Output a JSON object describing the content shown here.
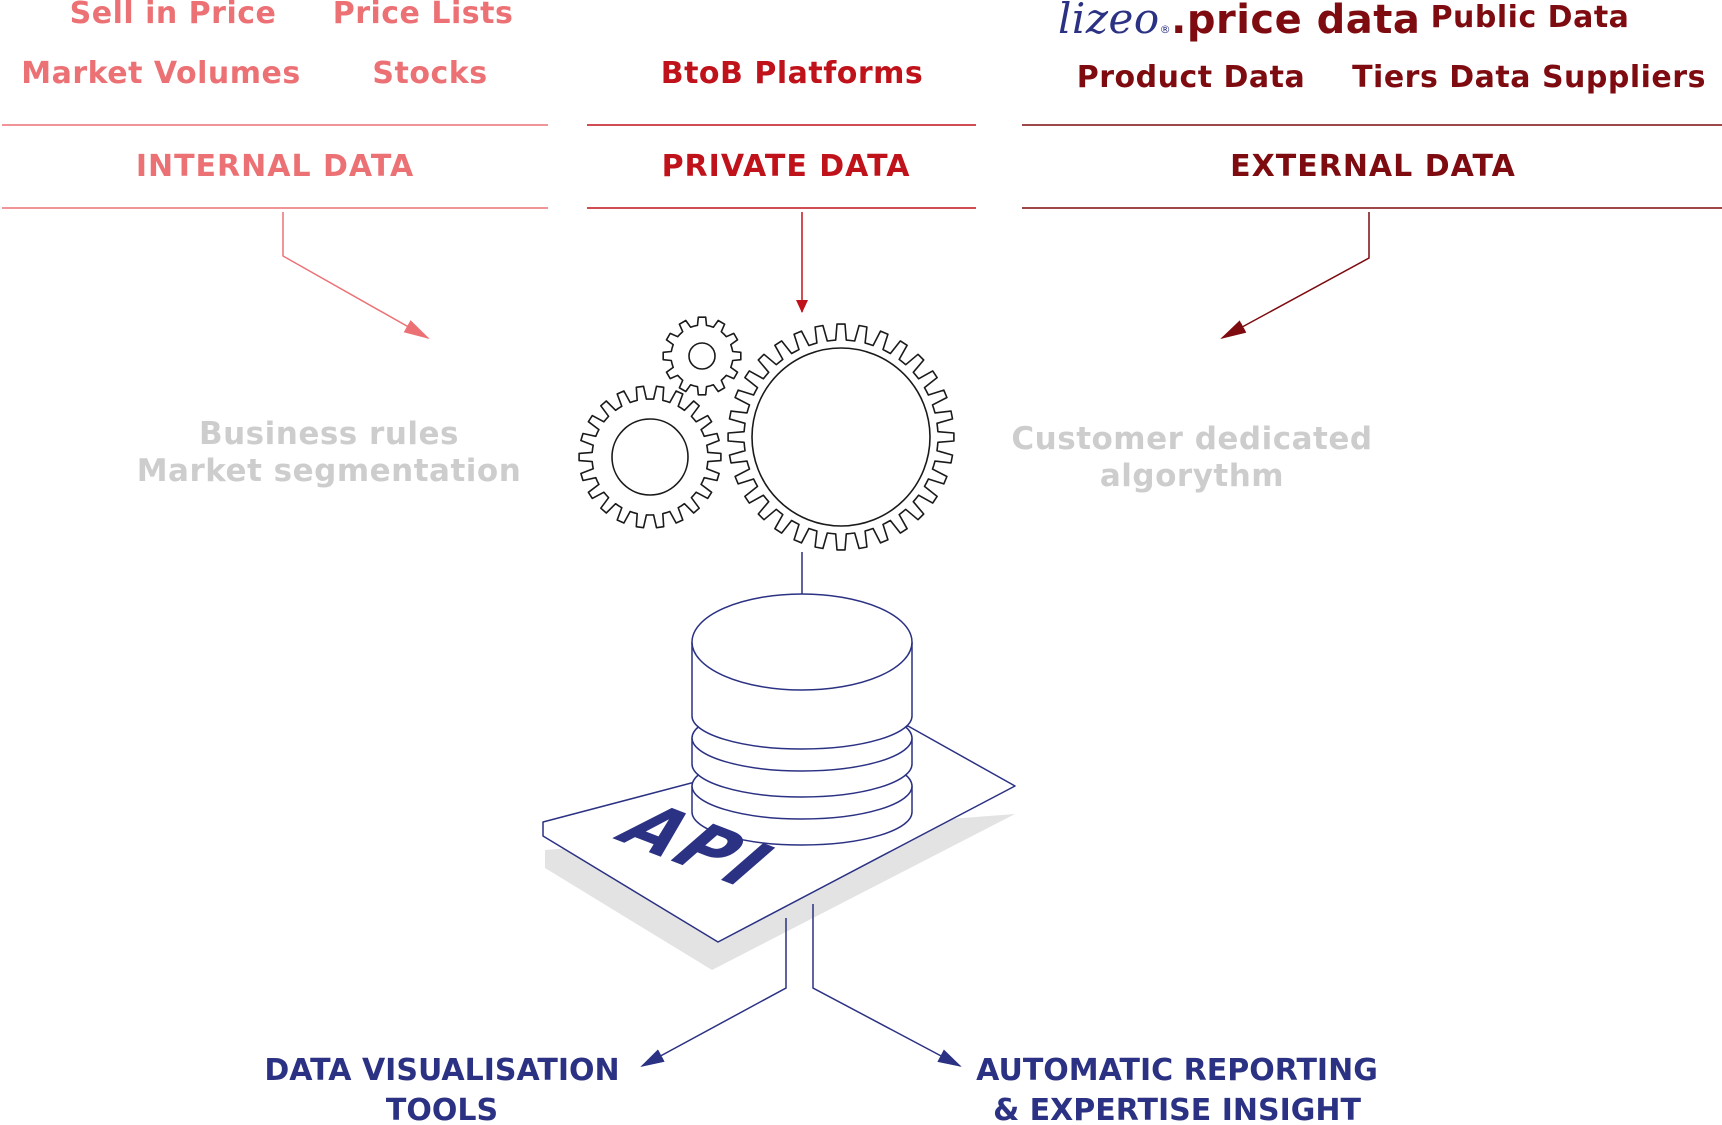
{
  "internal": {
    "items": [
      "Sell in Price",
      "Price Lists",
      "Market Volumes",
      "Stocks"
    ],
    "category": "INTERNAL DATA",
    "process": [
      "Business rules",
      "Market segmentation"
    ]
  },
  "private": {
    "items": [
      "BtoB Platforms"
    ],
    "category": "PRIVATE DATA"
  },
  "external": {
    "logo": {
      "script": "lizeo",
      "registered": "®",
      "main": ".price data",
      "icon": "lizeo-price-data-logo"
    },
    "items": [
      "Public Data",
      "Product Data",
      "Tiers Data Suppliers"
    ],
    "category": "EXTERNAL DATA",
    "process": [
      "Customer dedicated",
      "algorythm"
    ]
  },
  "center": {
    "gears_icon": "gears-icon",
    "database_icon": "database-icon",
    "platform_label": "API"
  },
  "outputs": {
    "left": [
      "DATA VISUALISATION",
      "TOOLS"
    ],
    "right": [
      "AUTOMATIC REPORTING",
      "& EXPERTISE INSIGHT"
    ]
  },
  "colors": {
    "internal": "#ec7175",
    "private": "#c0121a",
    "external": "#7e0b10",
    "process_text": "#cdcdcd",
    "api": "#2b3183"
  }
}
